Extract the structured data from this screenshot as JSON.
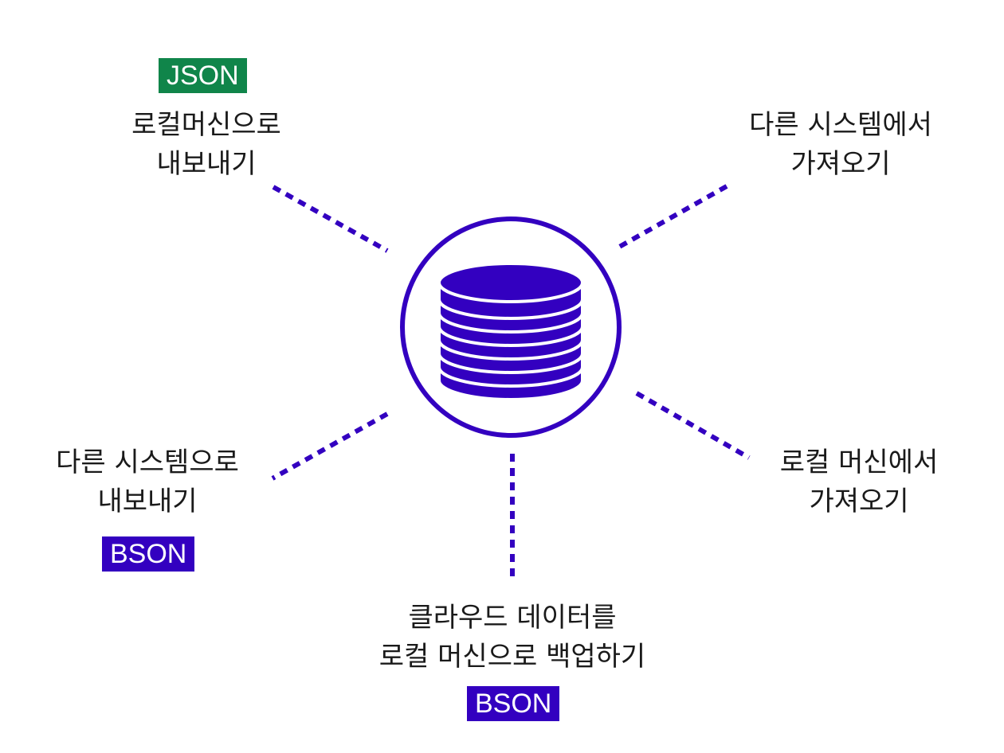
{
  "nodes": {
    "top_left": {
      "badge": "JSON",
      "lines": [
        "로컬머신으로",
        "내보내기"
      ]
    },
    "top_right": {
      "lines": [
        "다른 시스템에서",
        "가져오기"
      ]
    },
    "bottom_left": {
      "lines": [
        "다른 시스템으로",
        "내보내기"
      ],
      "badge": "BSON"
    },
    "bottom_right": {
      "lines": [
        "로컬 머신에서",
        "가져오기"
      ]
    },
    "bottom": {
      "lines": [
        "클라우드 데이터를",
        "로컬 머신으로 백업하기"
      ],
      "badge": "BSON"
    }
  },
  "icons": {
    "center": "database-icon"
  },
  "colors": {
    "accent": "#3300c0",
    "json_badge": "#10854a",
    "text": "#1a1a1a",
    "background": "#ffffff"
  }
}
